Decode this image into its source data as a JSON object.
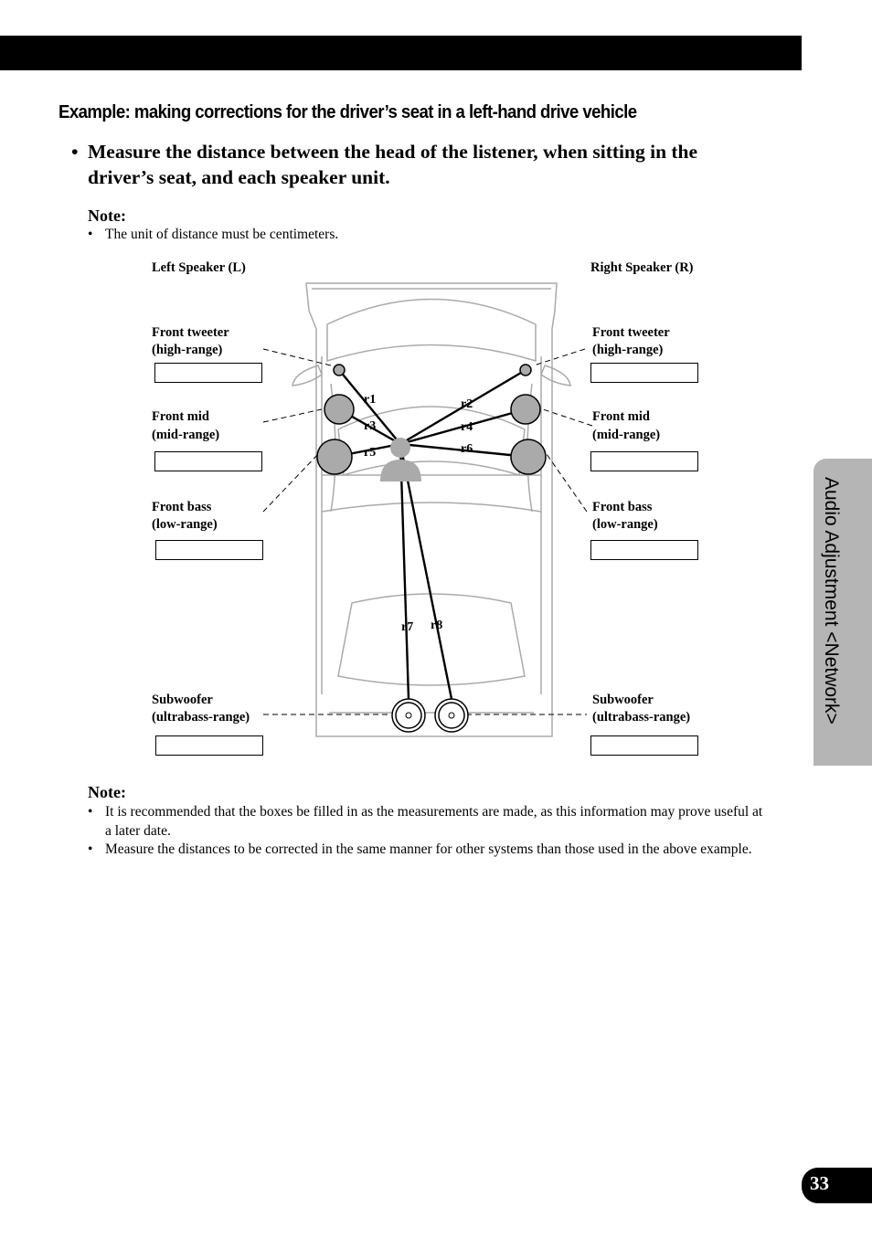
{
  "title": "Example: making corrections for the driver’s seat in a left-hand drive vehicle",
  "instruction": {
    "bullet": "•",
    "text": "Measure the distance between the head of the listener, when sitting in the driver’s seat, and each speaker unit."
  },
  "note1": {
    "label": "Note:",
    "items": [
      "The unit of distance must be centimeters."
    ]
  },
  "diagram": {
    "left_header": "Left Speaker (L)",
    "right_header": "Right Speaker (R)",
    "left": {
      "tweeter": [
        "Front tweeter",
        "(high-range)"
      ],
      "mid": [
        "Front mid",
        "(mid-range)"
      ],
      "bass": [
        "Front bass",
        "(low-range)"
      ],
      "sub": [
        "Subwoofer",
        "(ultrabass-range)"
      ]
    },
    "right": {
      "tweeter": [
        "Front tweeter",
        "(high-range)"
      ],
      "mid": [
        "Front mid",
        "(mid-range)"
      ],
      "bass": [
        "Front bass",
        "(low-range)"
      ],
      "sub": [
        "Subwoofer",
        "(ultrabass-range)"
      ]
    },
    "r_labels": [
      "r1",
      "r2",
      "r3",
      "r4",
      "r5",
      "r6",
      "r7",
      "r8"
    ]
  },
  "note2": {
    "label": "Note:",
    "items": [
      "It is recommended that the boxes be filled in as the measurements are made, as this information may prove useful at a later date.",
      "Measure the distances to be corrected in the same manner for other systems than those used in the above example."
    ]
  },
  "side_tab": "Audio Adjustment <Network>",
  "page_number": "33"
}
